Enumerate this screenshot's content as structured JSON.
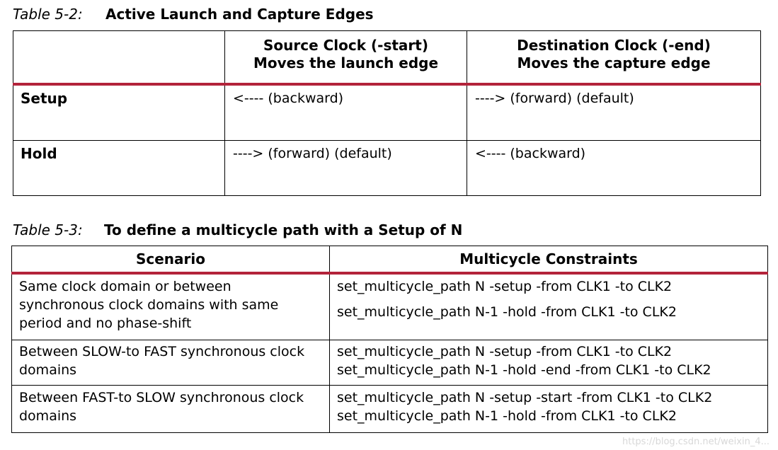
{
  "table_5_2": {
    "caption_num": "Table 5-2:",
    "caption_title": "Active Launch and Capture Edges",
    "headers": {
      "empty": "",
      "source_line1": "Source Clock (-start)",
      "source_line2": "Moves the launch edge",
      "dest_line1": "Destination Clock (-end)",
      "dest_line2": "Moves the capture edge"
    },
    "rows": [
      {
        "label": "Setup",
        "source": "<---- (backward)",
        "dest": "----> (forward) (default)"
      },
      {
        "label": "Hold",
        "source": "----> (forward) (default)",
        "dest": "<---- (backward)"
      }
    ]
  },
  "table_5_3": {
    "caption_num": "Table 5-3:",
    "caption_title": "To define a multicycle path with a Setup of N",
    "headers": {
      "scenario": "Scenario",
      "constraints": "Multicycle Constraints"
    },
    "rows": [
      {
        "scenario": [
          "Same clock domain or between",
          "synchronous clock domains with same",
          "period and no phase-shift"
        ],
        "constraints": [
          "set_multicycle_path N -setup -from CLK1 -to CLK2",
          "set_multicycle_path N-1 -hold -from CLK1 -to CLK2"
        ]
      },
      {
        "scenario": [
          "Between SLOW-to FAST synchronous clock",
          "domains"
        ],
        "constraints": [
          "set_multicycle_path N -setup -from CLK1 -to CLK2",
          "set_multicycle_path N-1 -hold -end -from CLK1 -to CLK2"
        ]
      },
      {
        "scenario": [
          "Between FAST-to SLOW synchronous clock",
          "domains"
        ],
        "constraints": [
          "set_multicycle_path N -setup -start -from CLK1 -to CLK2",
          "set_multicycle_path N-1 -hold -from CLK1 -to CLK2"
        ]
      }
    ]
  },
  "watermark": "https://blog.csdn.net/weixin_4..."
}
